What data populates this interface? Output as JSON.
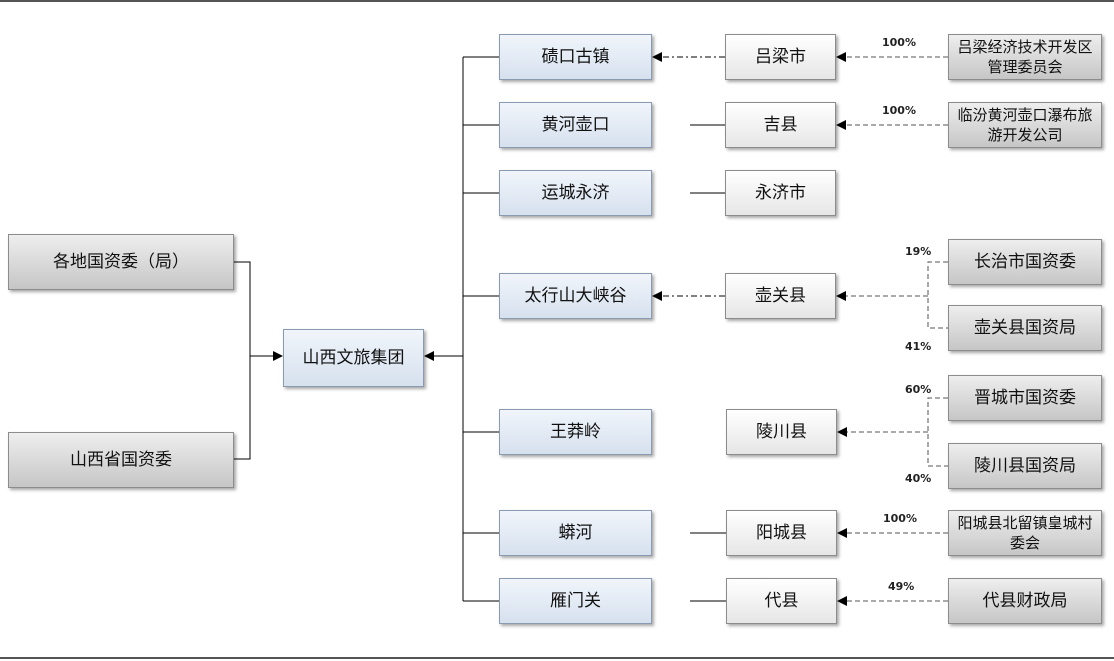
{
  "group": "山西文旅集团",
  "owners": [
    "各地国资委（局）",
    "山西省国资委"
  ],
  "rows": [
    {
      "scenic": "碛口古镇",
      "county": "吕梁市",
      "holders": [
        {
          "name": "吕梁经济技术开发区管理委员会",
          "pct": "100%"
        }
      ]
    },
    {
      "scenic": "黄河壶口",
      "county": "吉县",
      "holders": [
        {
          "name": "临汾黄河壶口瀑布旅游开发公司",
          "pct": "100%"
        }
      ]
    },
    {
      "scenic": "运城永济",
      "county": "永济市",
      "holders": []
    },
    {
      "scenic": "太行山大峡谷",
      "county": "壶关县",
      "holders": [
        {
          "name": "长治市国资委",
          "pct": "19%"
        },
        {
          "name": "壶关县国资局",
          "pct": "41%"
        }
      ]
    },
    {
      "scenic": "王莽岭",
      "county": "陵川县",
      "holders": [
        {
          "name": "晋城市国资委",
          "pct": "60%"
        },
        {
          "name": "陵川县国资局",
          "pct": "40%"
        }
      ]
    },
    {
      "scenic": "蟒河",
      "county": "阳城县",
      "holders": [
        {
          "name": "阳城县北留镇皇城村委会",
          "pct": "100%"
        }
      ]
    },
    {
      "scenic": "雁门关",
      "county": "代县",
      "holders": [
        {
          "name": "代县财政局",
          "pct": "49%"
        }
      ]
    }
  ]
}
